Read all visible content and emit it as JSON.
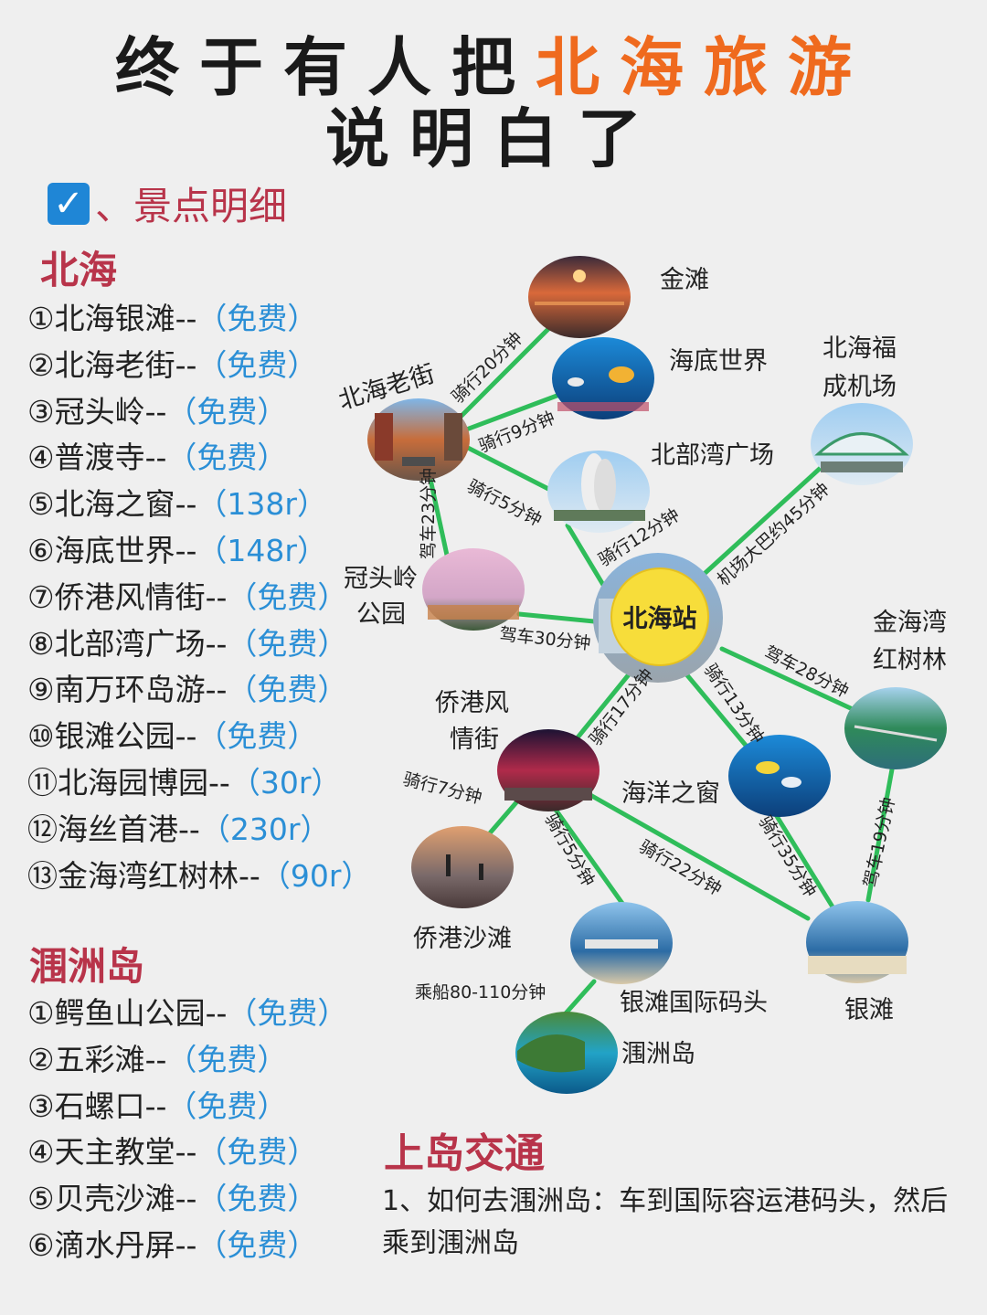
{
  "title": {
    "line1_prefix": "终于有人把",
    "line1_highlight": "北海旅游",
    "line2": "说明白了"
  },
  "section": {
    "icon": "checkbox-icon",
    "label": "、景点明细"
  },
  "beihai": {
    "heading": "北海",
    "items": [
      {
        "name": "①北海银滩--",
        "price": "（免费）"
      },
      {
        "name": "②北海老街--",
        "price": "（免费）"
      },
      {
        "name": "③冠头岭--",
        "price": "（免费）"
      },
      {
        "name": "④普渡寺--",
        "price": "（免费）"
      },
      {
        "name": "⑤北海之窗--",
        "price": "（138r）"
      },
      {
        "name": "⑥海底世界--",
        "price": "（148r）"
      },
      {
        "name": "⑦侨港风情街--",
        "price": "（免费）"
      },
      {
        "name": "⑧北部湾广场--",
        "price": "（免费）"
      },
      {
        "name": "⑨南万环岛游--",
        "price": "（免费）"
      },
      {
        "name": "⑩银滩公园--",
        "price": "（免费）"
      },
      {
        "name": "⑪北海园博园--",
        "price": "（30r）"
      },
      {
        "name": "⑫海丝首港--",
        "price": "（230r）"
      },
      {
        "name": "⑬金海湾红树林--",
        "price": "（90r）"
      }
    ]
  },
  "weizhou": {
    "heading": "涠洲岛",
    "items": [
      {
        "name": "①鳄鱼山公园--",
        "price": "（免费）"
      },
      {
        "name": "②五彩滩--",
        "price": "（免费）"
      },
      {
        "name": "③石螺口--",
        "price": "（免费）"
      },
      {
        "name": "④天主教堂--",
        "price": "（免费）"
      },
      {
        "name": "⑤贝壳沙滩--",
        "price": "（免费）"
      },
      {
        "name": "⑥滴水丹屏--",
        "price": "（免费）"
      }
    ]
  },
  "map": {
    "colors": {
      "edge": "#2fbd5a",
      "center_fill": "#f7dd3a",
      "price": "#2b8fd6",
      "accent": "#b8344a",
      "highlight": "#ef6a1e"
    },
    "center_label": "北海站",
    "nodes": {
      "jintan": "金滩",
      "haidi": "海底世界",
      "airport_1": "北海福",
      "airport_2": "成机场",
      "laojie": "北海老街",
      "bbw": "北部湾广场",
      "guantou_1": "冠头岭",
      "guantou_2": "公园",
      "jinhaiwan_1": "金海湾",
      "jinhaiwan_2": "红树林",
      "qiaogang_1": "侨港风",
      "qiaogang_2": "情街",
      "ocean": "海洋之窗",
      "qiaogang_beach": "侨港沙滩",
      "port": "银滩国际码头",
      "yintan": "银滩",
      "weizhou": "涠洲岛"
    },
    "edges": {
      "laojie_jintan": "骑行20分钟",
      "laojie_haidi": "骑行9分钟",
      "laojie_bbw": "骑行5分钟",
      "laojie_guantou": "驾车23分钟",
      "bbw_center": "骑行12分钟",
      "airport_center": "机场大巴约45分钟",
      "guantou_center": "驾车30分钟",
      "center_jinhaiwan": "驾车28分钟",
      "center_qiaogang": "骑行17分钟",
      "center_ocean": "骑行13分钟",
      "qiaogang_beach": "骑行7分钟",
      "qiaogang_port": "骑行5分钟",
      "qiaogang_yintan": "骑行22分钟",
      "ocean_yintan": "骑行35分钟",
      "jinhaiwan_yintan": "驾车19分钟",
      "port_weizhou": "乘船80-110分钟"
    }
  },
  "transport": {
    "heading": "上岛交通",
    "text": "1、如何去涠洲岛：车到国际容运港码头，然后乘到涠洲岛"
  }
}
